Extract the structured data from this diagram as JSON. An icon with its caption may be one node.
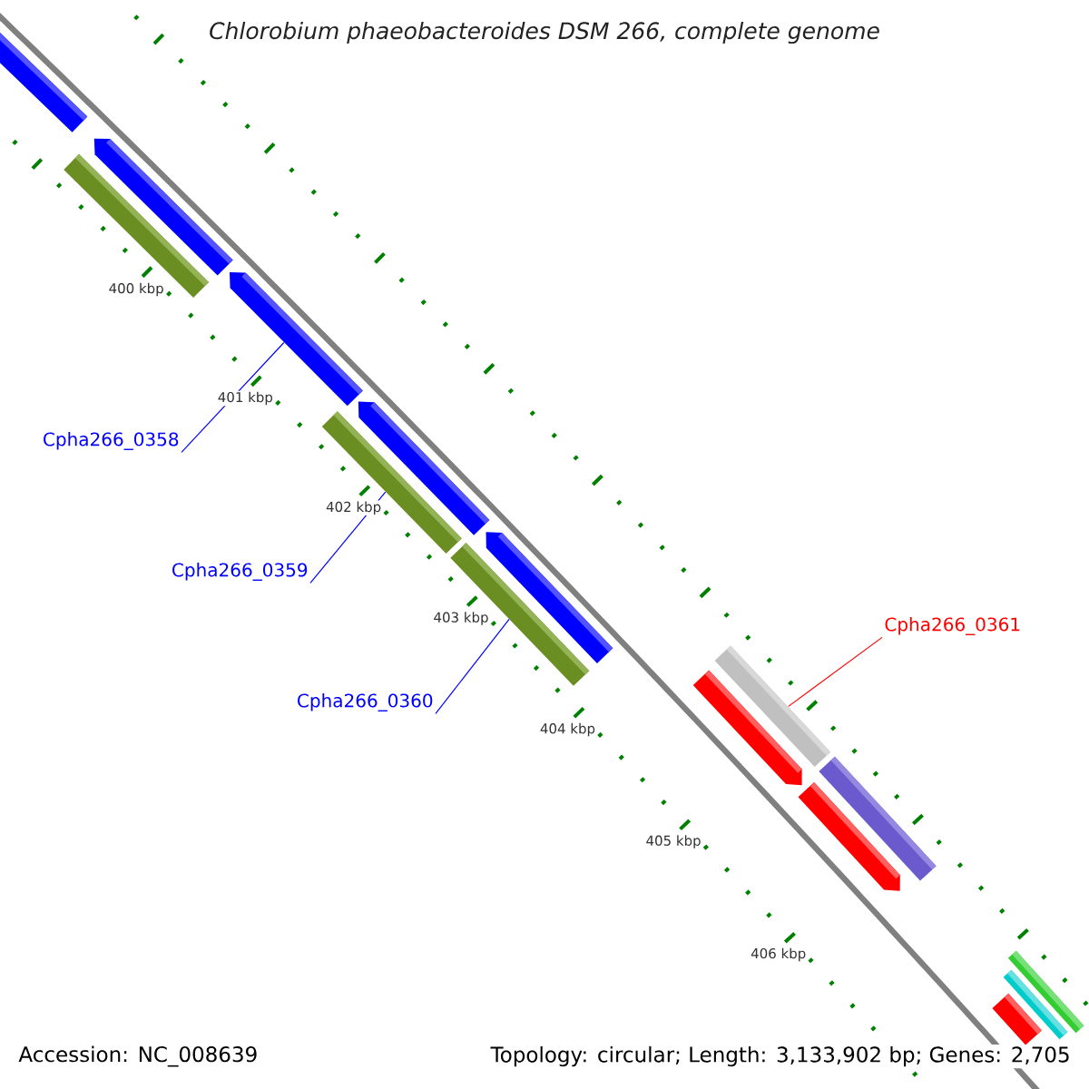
{
  "diagram": {
    "title": "Chlorobium phaeobacteroides DSM 266, complete genome",
    "nodes": [
      {
        "text": [
          "Cpha266_0358"
        ]
      },
      {
        "text": [
          "Cpha266_0359"
        ]
      },
      {
        "text": [
          "Cpha266_0360"
        ]
      },
      {
        "text": [
          "Cpha266_0361"
        ]
      },
      {
        "text": [],
        "shape": "arrow"
      },
      {
        "text": [],
        "shape": "arrow"
      },
      {
        "text": [],
        "shape": "arrow"
      },
      {
        "text": [],
        "shape": "arrow"
      },
      {
        "text": [],
        "shape": "arrow"
      },
      {
        "text": [],
        "shape": "bar"
      },
      {
        "text": [],
        "shape": "bar"
      },
      {
        "text": [],
        "shape": "bar"
      },
      {
        "text": [],
        "shape": "arrow"
      },
      {
        "text": [],
        "shape": "arrow"
      },
      {
        "text": [],
        "shape": "bar"
      },
      {
        "text": [],
        "shape": "bar"
      },
      {
        "text": [],
        "shape": "bar"
      },
      {
        "text": [],
        "shape": "bar"
      },
      {
        "text": [],
        "shape": "bar"
      }
    ],
    "edges": [
      {
        "from": 0,
        "to": 6,
        "arrow": "none",
        "color": "#0000ff"
      },
      {
        "from": 1,
        "to": 10,
        "arrow": "none",
        "color": "#0000ff"
      },
      {
        "from": 2,
        "to": 11,
        "arrow": "none",
        "color": "#0000ff"
      },
      {
        "from": 3,
        "to": 14,
        "arrow": "none",
        "color": "#ff0000"
      }
    ],
    "labels": [
      "400 kbp",
      "401 kbp",
      "402 kbp",
      "403 kbp",
      "404 kbp",
      "405 kbp",
      "406 kbp",
      "Accession: NC_008639",
      "Topology: circular; Length: 3,133,902 bp; Genes: 2,705"
    ]
  }
}
